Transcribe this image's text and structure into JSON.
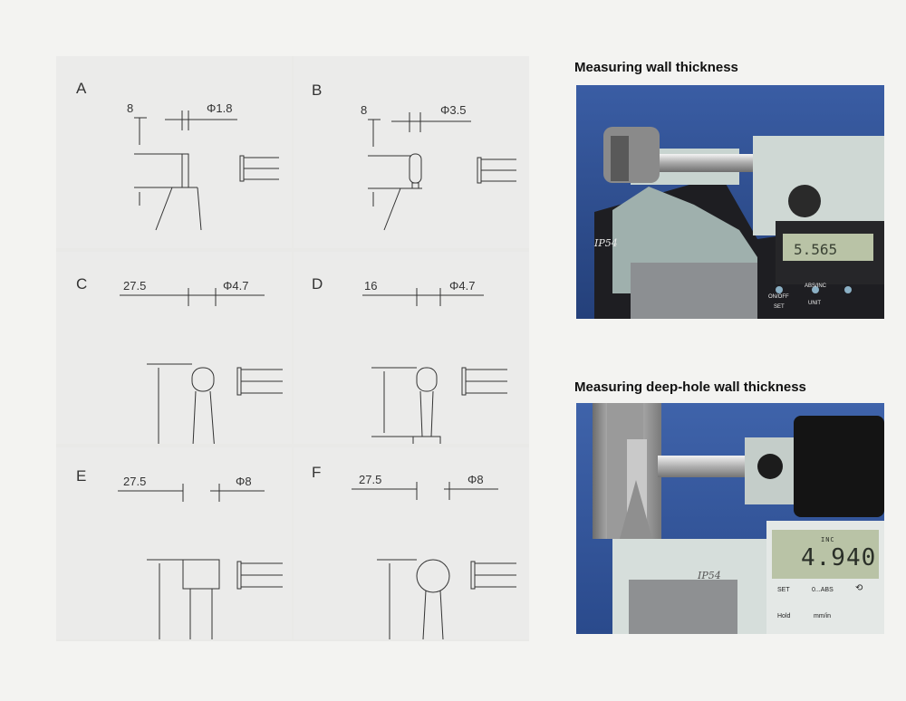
{
  "panels": [
    {
      "letter": "A",
      "dim_length": "8",
      "dim_diameter": "Φ1.8"
    },
    {
      "letter": "B",
      "dim_length": "8",
      "dim_diameter": "Φ3.5"
    },
    {
      "letter": "C",
      "dim_length": "27.5",
      "dim_diameter": "Φ4.7"
    },
    {
      "letter": "D",
      "dim_length": "16",
      "dim_diameter": "Φ4.7"
    },
    {
      "letter": "E",
      "dim_length": "27.5",
      "dim_diameter": "Φ8"
    },
    {
      "letter": "F",
      "dim_length": "27.5",
      "dim_diameter": "Φ8"
    }
  ],
  "photos": [
    {
      "title": "Measuring wall thickness",
      "rating": "IP54",
      "buttons": [
        "ON/OFF",
        "SET",
        "ABS/INC",
        "UNIT"
      ]
    },
    {
      "title": "Measuring deep-hole wall thickness",
      "rating": "IP54",
      "lcd_value": "4.940",
      "lcd_mode": "INC",
      "buttons": [
        "SET",
        "0...ABS",
        "Hold",
        "mm/in"
      ]
    }
  ],
  "colors": {
    "background": "#f3f3f1",
    "panel": "#ebebea",
    "photo_backdrop": "#2f4f8e",
    "lcd": "#b9c3a6"
  }
}
